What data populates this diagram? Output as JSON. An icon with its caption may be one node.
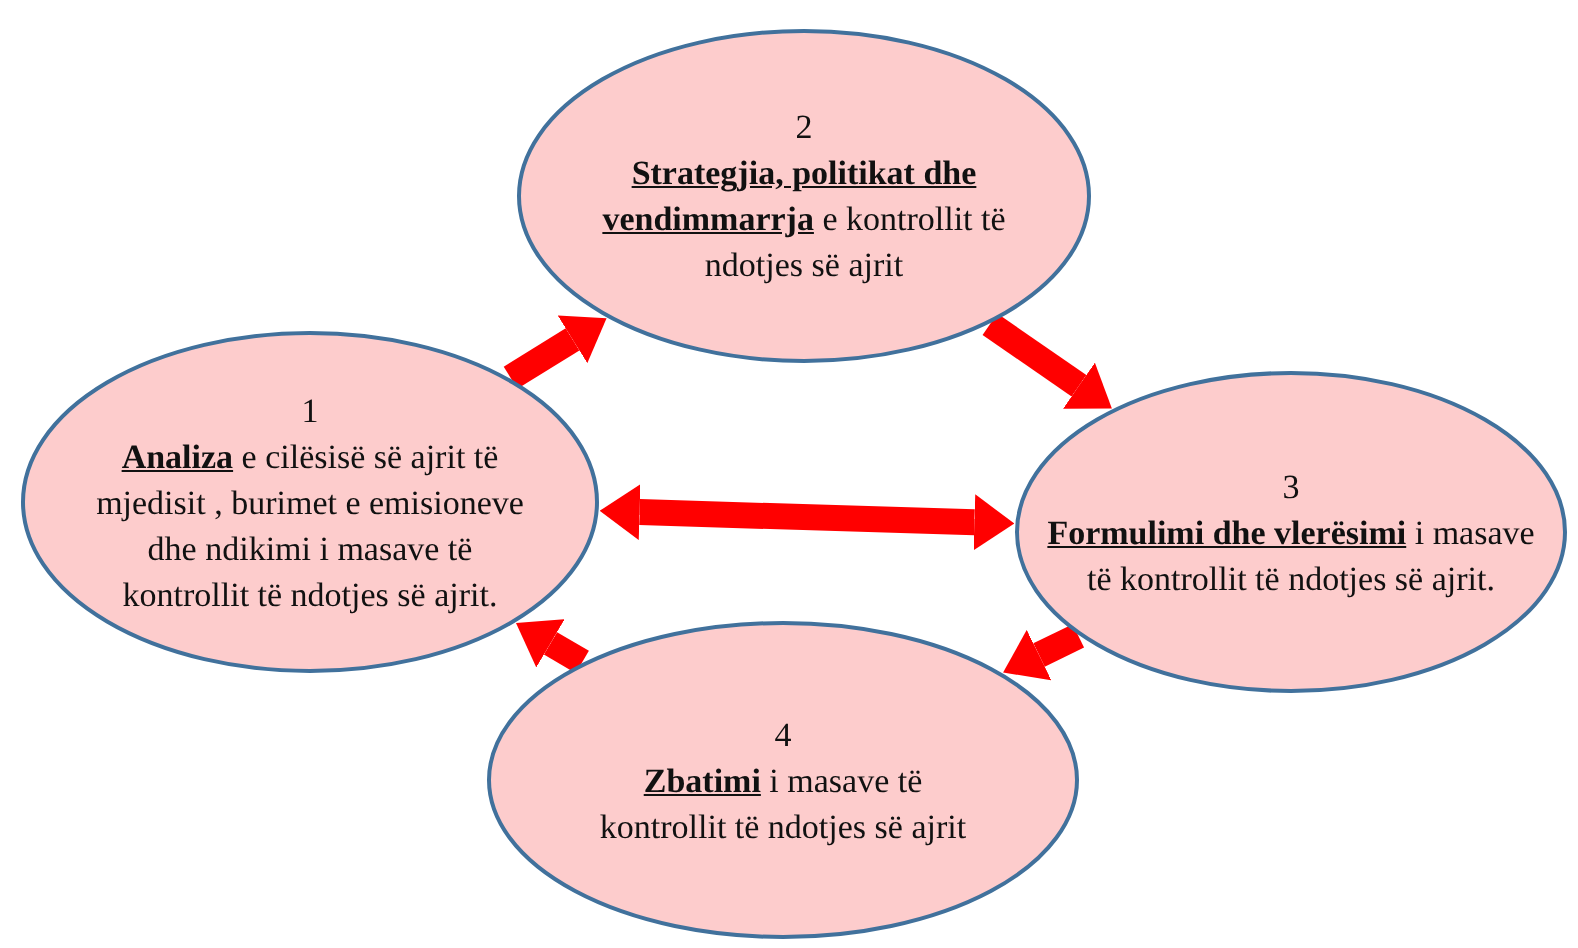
{
  "diagram": {
    "nodes": [
      {
        "text": [
          "1",
          "**Analiza** e cilësisë së ajrit të mjedisit , burimet e emisioneve dhe ndikimi i masave të kontrollit të ndotjes së ajrit."
        ]
      },
      {
        "text": [
          "2",
          "**Strategjia, politikat dhe vendimmarrja** e kontrollit të ndotjes së ajrit"
        ]
      },
      {
        "text": [
          "3",
          "**Formulimi dhe vlerësimi** i masave të kontrollit të ndotjes së ajrit."
        ]
      },
      {
        "text": [
          "4",
          "**Zbatimi** i masave të kontrollit të ndotjes së ajrit"
        ]
      }
    ],
    "edges": [
      {
        "from": 0,
        "to": 1,
        "arrow": "to"
      },
      {
        "from": 1,
        "to": 2,
        "arrow": "to"
      },
      {
        "from": 2,
        "to": 3,
        "arrow": "to"
      },
      {
        "from": 3,
        "to": 0,
        "arrow": "to"
      },
      {
        "from": 0,
        "to": 2,
        "arrow": "both"
      }
    ]
  }
}
